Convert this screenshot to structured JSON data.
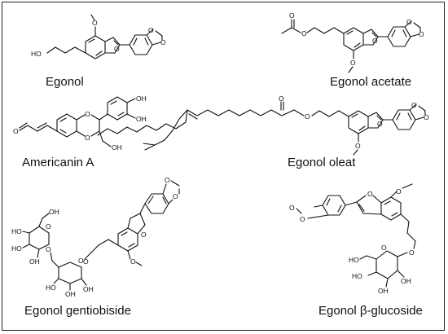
{
  "compounds": {
    "egonol": {
      "name": "Egonol"
    },
    "egonol_acetate": {
      "name": "Egonol acetate"
    },
    "americanin_a": {
      "name": "Americanin A"
    },
    "egonol_oleat": {
      "name": "Egonol oleat"
    },
    "egonol_gentiobiside": {
      "name": "Egonol gentiobiside"
    },
    "egonol_glucoside": {
      "name": "Egonol β-glucoside"
    }
  },
  "atoms": {
    "O": "O",
    "HO": "HO",
    "OH": "OH"
  }
}
